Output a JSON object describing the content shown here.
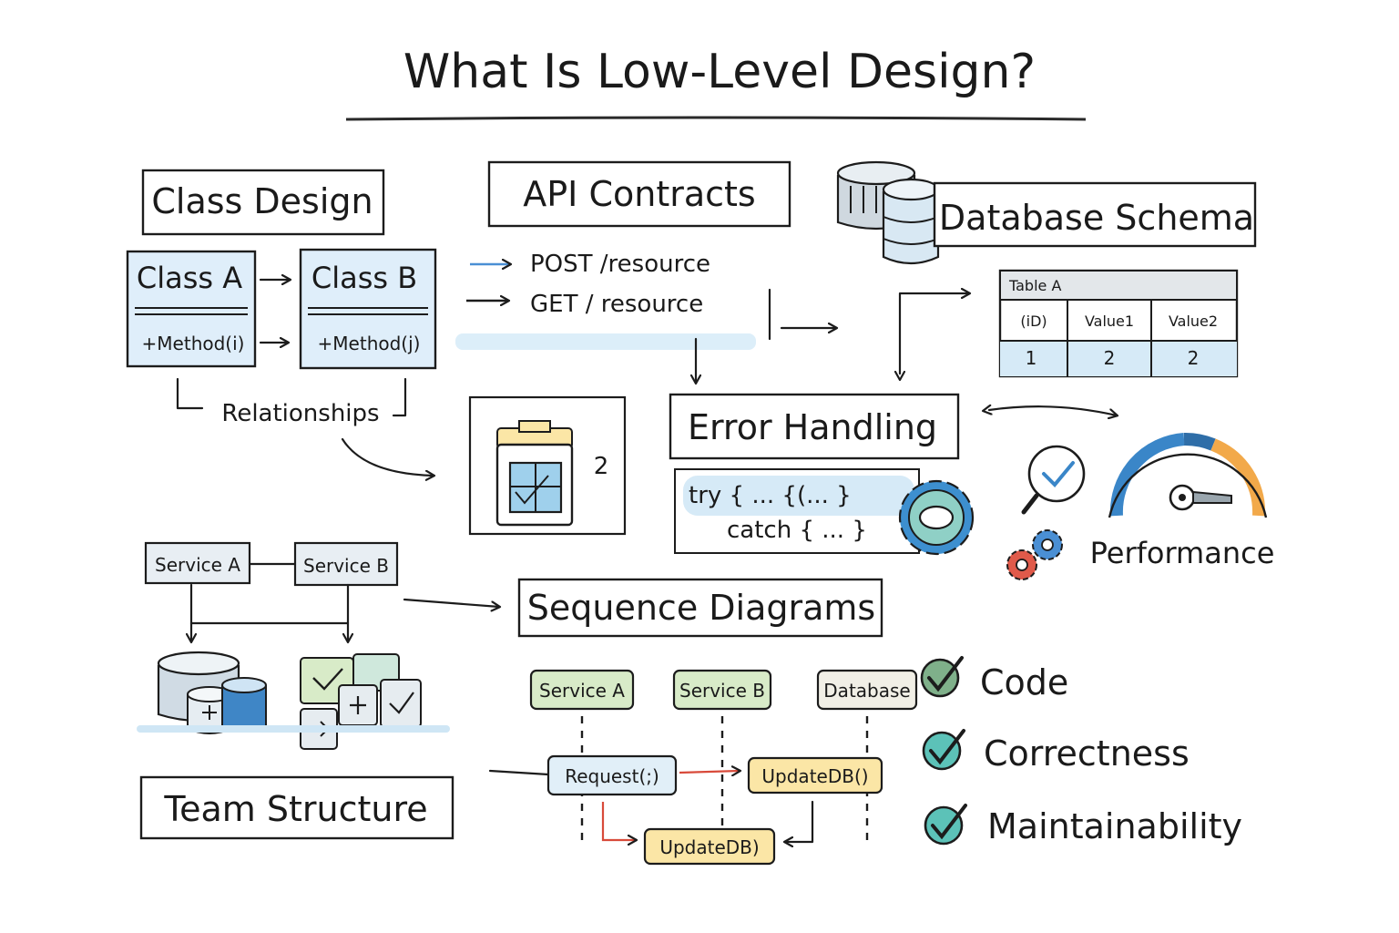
{
  "title": "What Is Low-Level Design?",
  "class_design": {
    "heading": "Class Design",
    "class_a": {
      "name": "Class A",
      "method": "+Method(i)"
    },
    "class_b": {
      "name": "Class B",
      "method": "+Method(j)"
    },
    "relationships": "Relationships"
  },
  "api_contracts": {
    "heading": "API Contracts",
    "endpoints": [
      "POST /resource",
      "GET / resource"
    ]
  },
  "database_schema": {
    "heading": "Database Schema",
    "table_name": "Table A",
    "columns": [
      "(iD)",
      "Value1",
      "Value2"
    ],
    "row": [
      "1",
      "2",
      "2"
    ]
  },
  "error_handling": {
    "heading": "Error Handling",
    "code_line1": "try { ... {(... }",
    "code_line2": "catch { ... }"
  },
  "doc_widget": {
    "number": "2"
  },
  "performance": {
    "label": "Performance"
  },
  "team_structure": {
    "heading": "Team Structure",
    "service_a": "Service A",
    "service_b": "Service B"
  },
  "sequence_diagrams": {
    "heading": "Sequence Diagrams",
    "participants": [
      "Service A",
      "Service B",
      "Database"
    ],
    "messages": [
      "Request(;)",
      "UpdateDB()",
      "UpdateDB)"
    ]
  },
  "goals": [
    "Code",
    "Correctness",
    "Maintainability"
  ],
  "colors": {
    "ink": "#1c1c1c",
    "blue_wash": "#cfe6f5",
    "green_wash": "#d8ebc8",
    "yellow_wash": "#fbe6a6",
    "check_teal": "#5cc2b8",
    "gauge_blue": "#3a86c8",
    "gauge_orange": "#f2a94a",
    "gear_red": "#e05a4a",
    "gear_blue": "#4a8fd4"
  }
}
